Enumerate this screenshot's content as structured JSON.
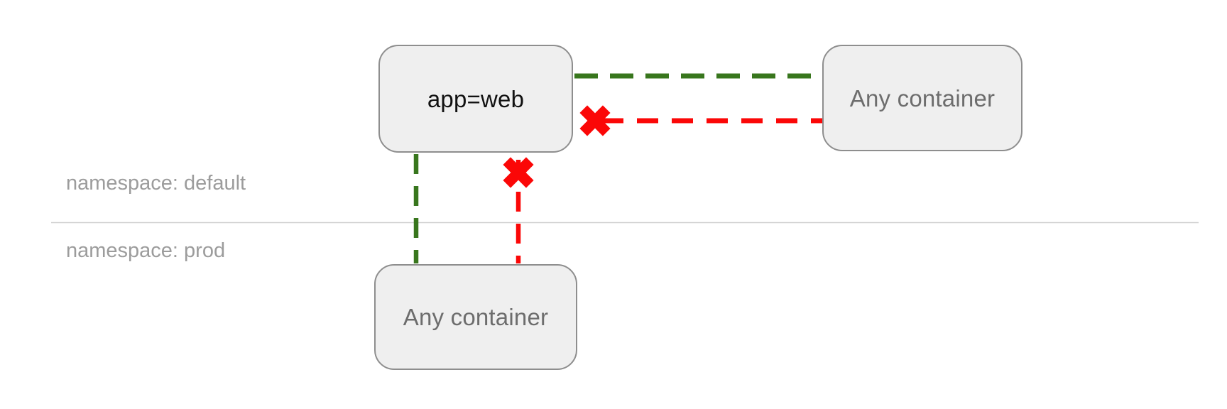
{
  "colors": {
    "allowed_green": "#38761d",
    "blocked_red": "#fb0707",
    "node_fill": "#efefef",
    "node_border": "#8e8e8e",
    "node_text_gray": "#6d6d6d",
    "node_text_dark": "#111111",
    "namespace_label_gray": "#9c9c9c",
    "divider_gray": "#d0d0d0",
    "background": "#ffffff"
  },
  "nodes": {
    "app_web": {
      "label": "app=web"
    },
    "any_container_default": {
      "label": "Any container"
    },
    "any_container_prod": {
      "label": "Any container"
    }
  },
  "namespaces": {
    "default_label": "namespace: default",
    "prod_label": "namespace: prod"
  },
  "edges": [
    {
      "from": "app=web",
      "to": "Any container (namespace: default)",
      "status": "allowed",
      "style": "green-dashed"
    },
    {
      "from": "Any container (namespace: default)",
      "to": "app=web",
      "status": "blocked",
      "style": "red-dashed-with-x"
    },
    {
      "from": "app=web",
      "to": "Any container (namespace: prod)",
      "status": "allowed",
      "style": "green-dashed"
    },
    {
      "from": "Any container (namespace: prod)",
      "to": "app=web",
      "status": "blocked",
      "style": "red-dashed-with-x"
    }
  ]
}
